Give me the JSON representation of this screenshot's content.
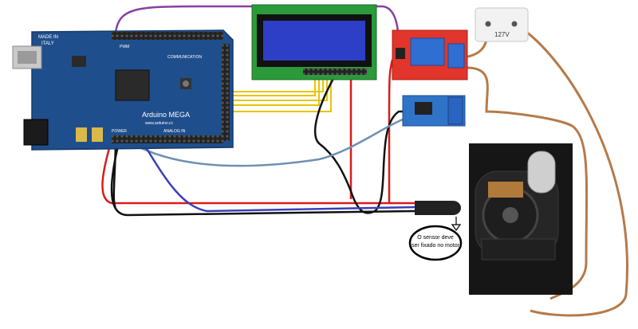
{
  "arduino": {
    "board_name": "Arduino MEGA",
    "made_in_line1": "MADE IN",
    "made_in_line2": "ITALY",
    "pwm_label": "PWM",
    "communication_label": "COMMUNICATION",
    "analog_label": "ANALOG IN",
    "power_label": "POWER",
    "url_label": "www.arduino.cc"
  },
  "outlet": {
    "voltage_label": "127V"
  },
  "sensor_note": {
    "text_line1": "O sensor deve",
    "text_line2": "ser fixado no motor"
  },
  "colors": {
    "board_blue": "#1f4e8c",
    "lcd_screen": "#2d3fc6",
    "relay_red": "#e2352b",
    "sensor_blue": "#2f74c8",
    "wire_brown": "#b57a4a",
    "wire_yellow": "#e8c400",
    "wire_purple": "#8a3fa0",
    "wire_red": "#d81c1c",
    "wire_black": "#111111",
    "wire_gray_blue": "#6f8fb0",
    "wire_blue": "#3a3fb8"
  }
}
